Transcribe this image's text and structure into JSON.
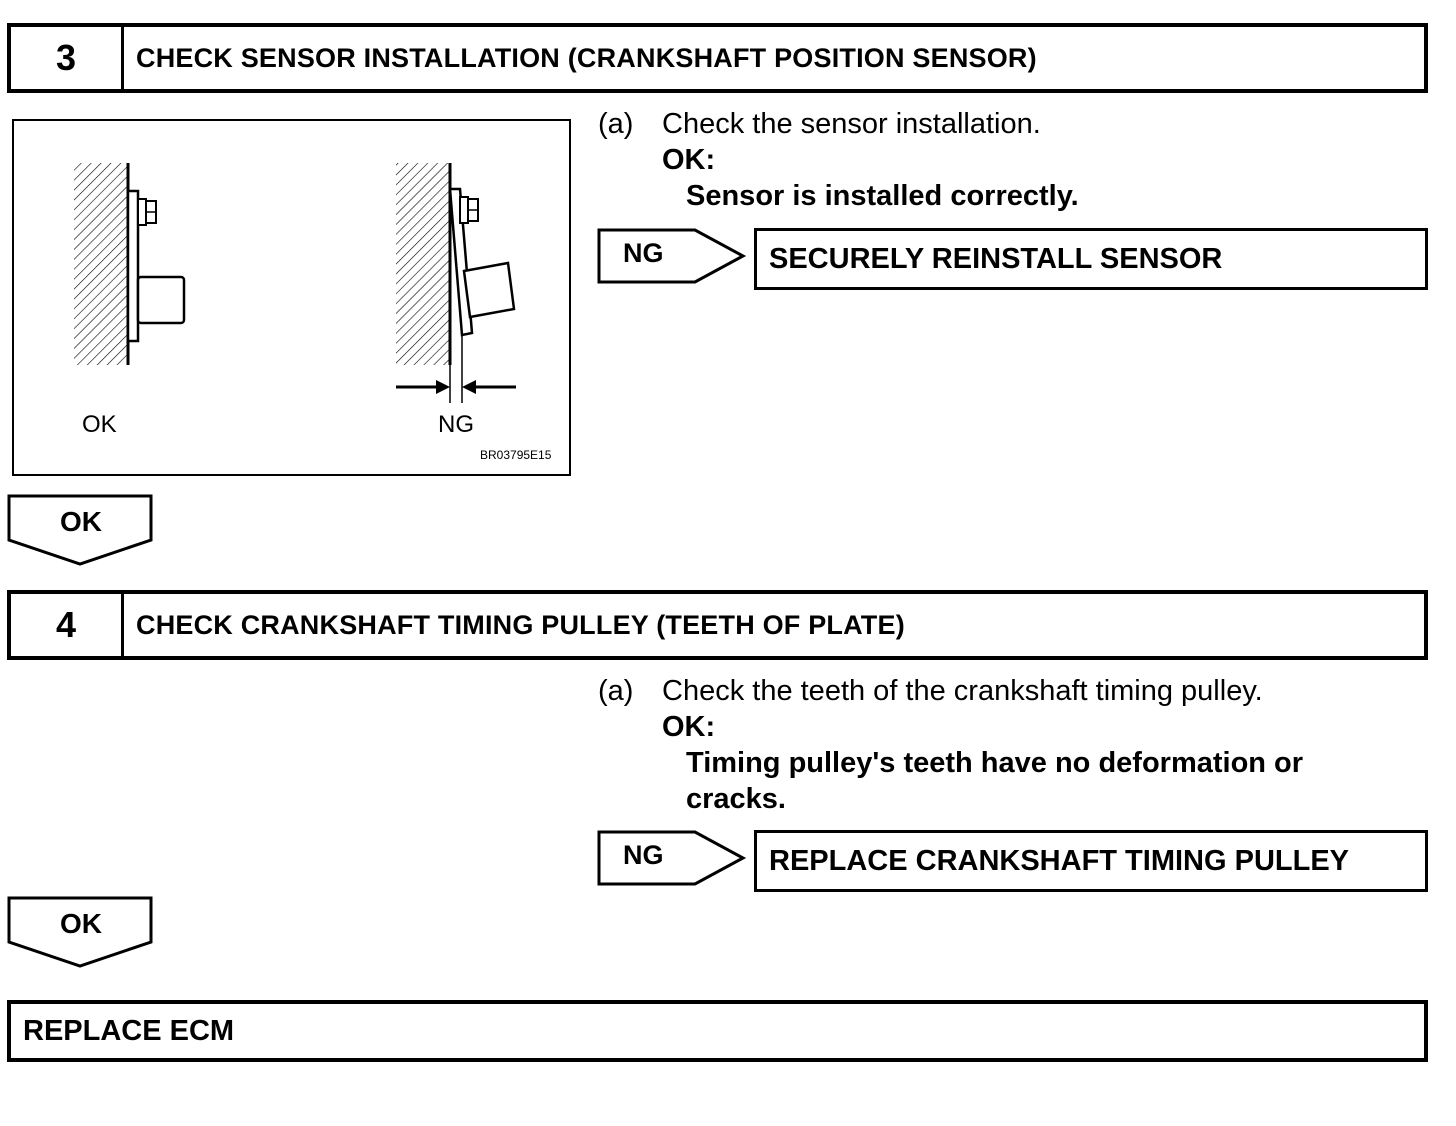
{
  "step3": {
    "number": "3",
    "title": "CHECK SENSOR INSTALLATION (CRANKSHAFT POSITION SENSOR)",
    "item_marker": "(a)",
    "instruction": "Check the sensor installation.",
    "ok_label": "OK:",
    "ok_criteria": "Sensor is installed correctly.",
    "ng_tag": "NG",
    "ng_action": "SECURELY REINSTALL SENSOR",
    "figure": {
      "ok_caption": "OK",
      "ng_caption": "NG",
      "figure_code": "BR03795E15"
    },
    "ok_arrow_label": "OK"
  },
  "step4": {
    "number": "4",
    "title": "CHECK CRANKSHAFT TIMING PULLEY (TEETH OF PLATE)",
    "item_marker": "(a)",
    "instruction": "Check the teeth of the crankshaft timing pulley.",
    "ok_label": "OK:",
    "ok_criteria_line1": "Timing pulley's teeth have no deformation or",
    "ok_criteria_line2": "cracks.",
    "ng_tag": "NG",
    "ng_action": "REPLACE CRANKSHAFT TIMING PULLEY",
    "ok_arrow_label": "OK"
  },
  "final": {
    "action": "REPLACE ECM"
  }
}
